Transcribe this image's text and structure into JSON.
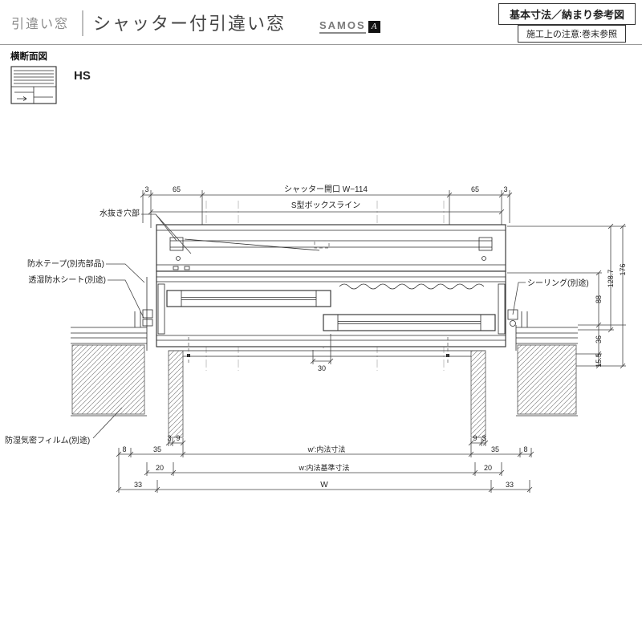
{
  "header": {
    "category": "引違い窓",
    "title": "シャッター付引違い窓",
    "brand": "SAMOS",
    "brand_badge": "A",
    "ref_box_title": "基本寸法／納まり参考図",
    "ref_box_note": "施工上の注意:巻末参照"
  },
  "section_label": "横断面図",
  "icon_label": "HS",
  "drawing": {
    "top_dims": {
      "t3l": "3",
      "t65l": "65",
      "opening": "シャッター開口 W−114",
      "t65r": "65",
      "t3r": "3",
      "boxline": "S型ボックスライン"
    },
    "callouts": {
      "drain": "水抜き穴部",
      "tape": "防水テープ(別売部品)",
      "sheet": "透湿防水シート(別途)",
      "sealing": "シーリング(別途)",
      "film": "防湿気密フィルム(別途)"
    },
    "right_dims": {
      "h176": "176",
      "h128": "128.7",
      "h88": "88",
      "h36": "36",
      "h15": "15.5"
    },
    "bottom_dims": {
      "c30": "30",
      "l3": "3",
      "l9": "9",
      "r9": "9",
      "r3": "3",
      "l8": "8",
      "l35": "35",
      "r35": "35",
      "r8": "8",
      "w_inner": "w′:内法寸法",
      "l20": "20",
      "r20": "20",
      "w_std": "w:内法基準寸法",
      "l33": "33",
      "r33": "33",
      "W": "W"
    }
  }
}
